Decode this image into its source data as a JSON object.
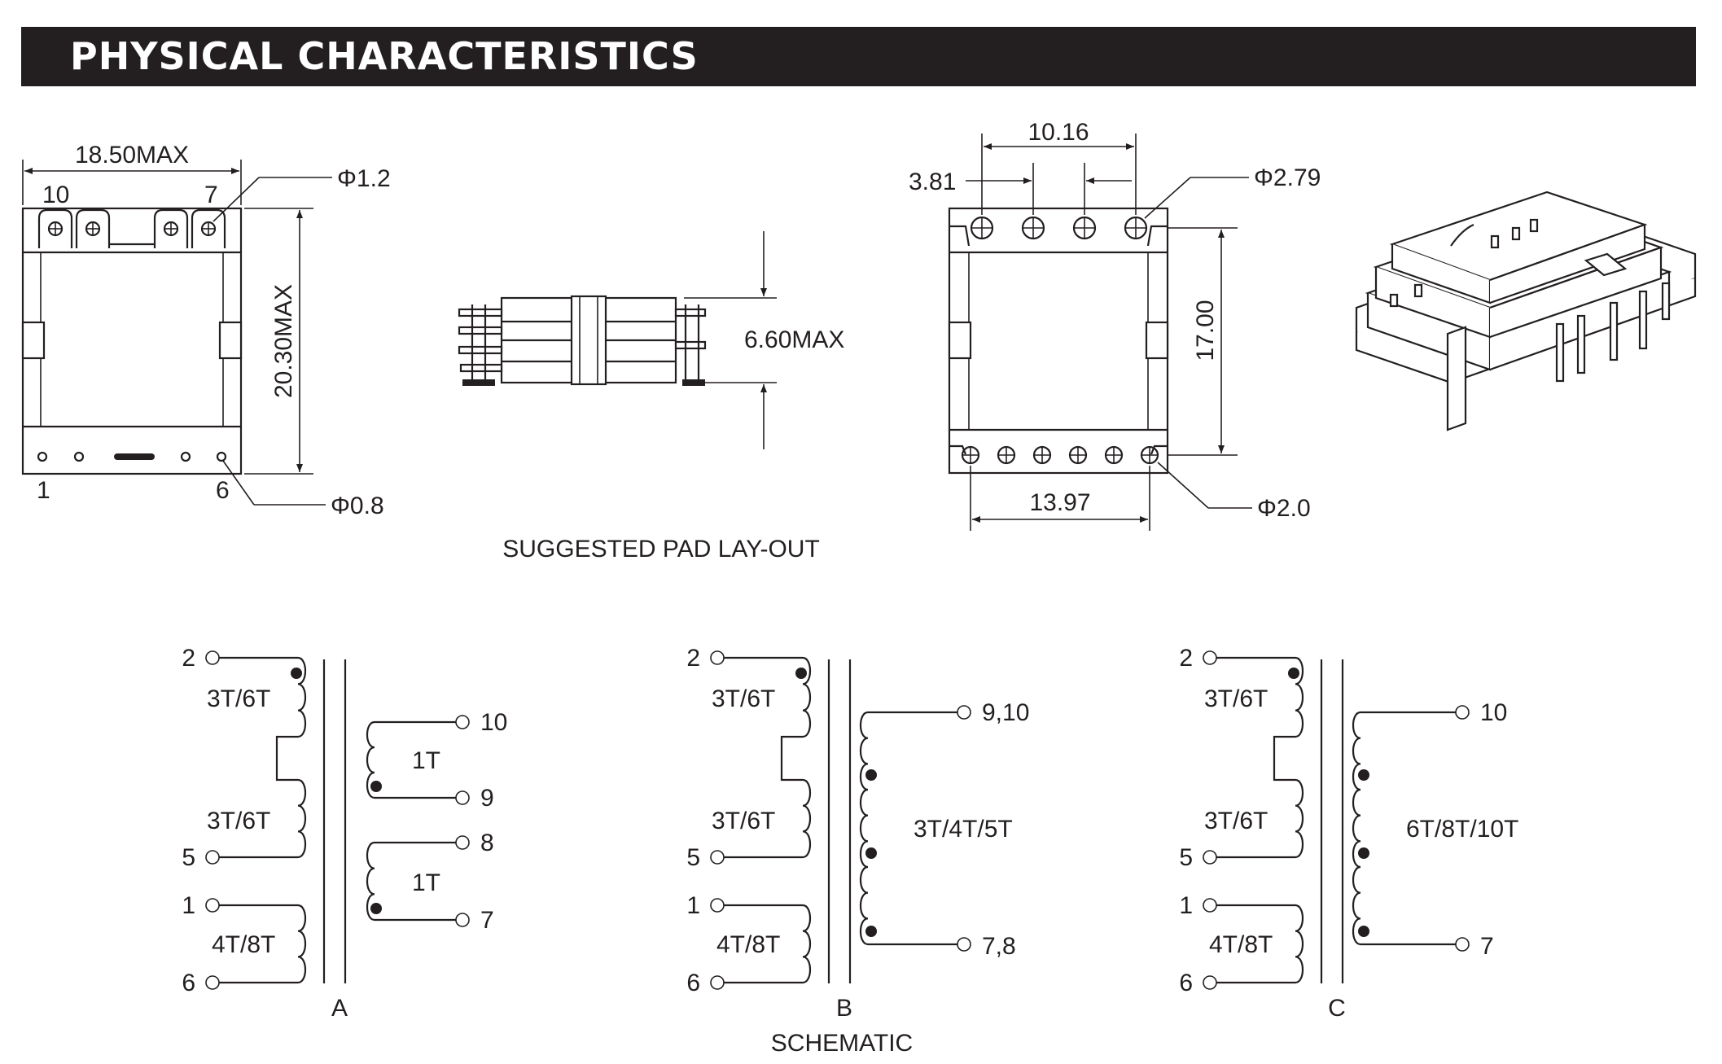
{
  "header": {
    "title": "PHYSICAL  CHARACTERISTICS"
  },
  "dims": {
    "top_width": "18.50MAX",
    "top_height": "20.30MAX",
    "big_pin_dia": "Φ1.2",
    "small_pin_dia": "Φ0.8",
    "side_height": "6.60MAX",
    "pad_top_span": "10.16",
    "pad_top_offset": "3.81",
    "pad_big_dia": "Φ2.79",
    "pad_vertical": "17.00",
    "pad_bottom_span": "13.97",
    "pad_small_dia": "Φ2.0"
  },
  "pins": {
    "p10": "10",
    "p7": "7",
    "p1": "1",
    "p6": "6"
  },
  "captions": {
    "pad_layout": "SUGGESTED PAD LAY-OUT",
    "schematic": "SCHEMATIC"
  },
  "schematics": [
    {
      "label": "A",
      "primary": {
        "pins": [
          "2",
          "5",
          "1",
          "6"
        ],
        "turns": [
          "3T/6T",
          "3T/6T",
          "4T/8T"
        ]
      },
      "secondary": {
        "pins": [
          "10",
          "9",
          "8",
          "7"
        ],
        "turns": [
          "1T",
          "1T"
        ]
      }
    },
    {
      "label": "B",
      "primary": {
        "pins": [
          "2",
          "5",
          "1",
          "6"
        ],
        "turns": [
          "3T/6T",
          "3T/6T",
          "4T/8T"
        ]
      },
      "secondary": {
        "pins": [
          "9,10",
          "7,8"
        ],
        "turns": [
          "3T/4T/5T"
        ]
      }
    },
    {
      "label": "C",
      "primary": {
        "pins": [
          "2",
          "5",
          "1",
          "6"
        ],
        "turns": [
          "3T/6T",
          "3T/6T",
          "4T/8T"
        ]
      },
      "secondary": {
        "pins": [
          "10",
          "7"
        ],
        "turns": [
          "6T/8T/10T"
        ]
      }
    }
  ]
}
